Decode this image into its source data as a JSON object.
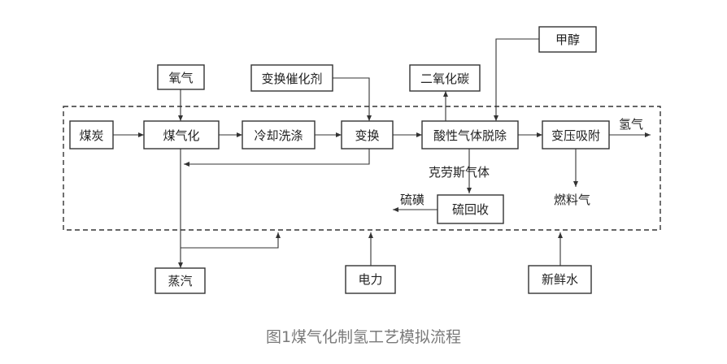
{
  "nodes": {
    "coal": "煤炭",
    "gasification": "煤气化",
    "cooling_wash": "冷却洗涤",
    "shift": "变换",
    "acid_gas_removal": "酸性气体脱除",
    "psa": "变压吸附",
    "sulfur_recovery": "硫回收",
    "oxygen": "氧气",
    "shift_catalyst": "变换催化剂",
    "co2": "二氧化碳",
    "methanol": "甲醇",
    "steam": "蒸汽",
    "power": "电力",
    "fresh_water": "新鲜水"
  },
  "labels": {
    "hydrogen": "氢气",
    "claus_gas": "克劳斯气体",
    "sulfur": "硫磺",
    "fuel_gas": "燃料气"
  },
  "caption": "图1煤气化制氢工艺模拟流程",
  "colors": {
    "line": "#333333",
    "text": "#222222",
    "caption": "#7a7a7a"
  }
}
